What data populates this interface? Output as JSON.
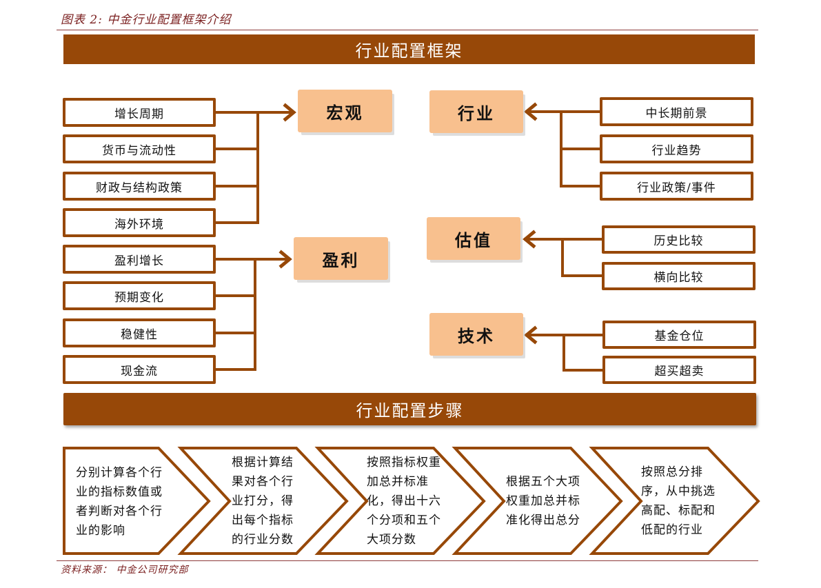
{
  "figure_title": "图表 2:  中金行业配置框架介绍",
  "framework": {
    "title": "行业配置框架",
    "categories": [
      {
        "id": "macro",
        "label": "宏观",
        "factors": [
          "增长周期",
          "货币与流动性",
          "财政与结构政策",
          "海外环境"
        ]
      },
      {
        "id": "earnings",
        "label": "盈利",
        "factors": [
          "盈利增长",
          "预期变化",
          "稳健性",
          "现金流"
        ]
      },
      {
        "id": "industry",
        "label": "行业",
        "factors": [
          "中长期前景",
          "行业趋势",
          "行业政策/事件"
        ]
      },
      {
        "id": "valuation",
        "label": "估值",
        "factors": [
          "历史比较",
          "横向比较"
        ]
      },
      {
        "id": "technical",
        "label": "技术",
        "factors": [
          "基金仓位",
          "超买超卖"
        ]
      }
    ]
  },
  "steps": {
    "title": "行业配置步骤",
    "items": [
      {
        "lines": [
          "分别计算各个行",
          "业的指标数值或",
          "者判断对各个行",
          "业的影响"
        ]
      },
      {
        "lines": [
          "根据计算结",
          "果对各个行",
          "业打分，得",
          "出每个指标",
          "的行业分数"
        ]
      },
      {
        "lines": [
          "按照指标权重",
          "加总并标准",
          "化，得出十六",
          "个分项和五个",
          "大项分数"
        ]
      },
      {
        "lines": [
          "根据五个大项",
          "权重加总并标",
          "准化得出总分"
        ]
      },
      {
        "lines": [
          "按照总分排",
          "序，从中挑选",
          "高配、标配和",
          "低配的行业"
        ]
      }
    ]
  },
  "source": "资料来源：  中金公司研究部",
  "colors": {
    "accent": "#974808",
    "category_fill": "#f8c08e",
    "title_text": "#7a1f1f"
  }
}
